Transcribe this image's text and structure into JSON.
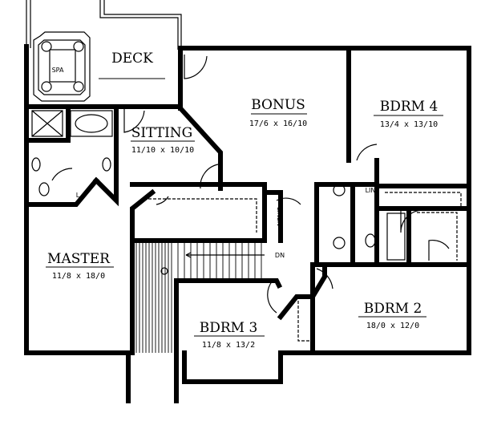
{
  "plan": {
    "rooms": {
      "deck": {
        "name": "DECK"
      },
      "spa": {
        "name": "SPA"
      },
      "bonus": {
        "name": "BONUS",
        "size": "17/6 x 16/10"
      },
      "bdrm4": {
        "name": "BDRM 4",
        "size": "13/4 x 13/10"
      },
      "sitting": {
        "name": "SITTING",
        "size": "11/10 x 10/10"
      },
      "master": {
        "name": "MASTER",
        "size": "11/8 x 18/0"
      },
      "bdrm3": {
        "name": "BDRM 3",
        "size": "11/8 x 13/2"
      },
      "bdrm2": {
        "name": "BDRM 2",
        "size": "18/0 x 12/0"
      }
    },
    "labels": {
      "linen": "LINEN",
      "lin": "LIN",
      "laundry": "L",
      "stair_down": "DN"
    }
  }
}
